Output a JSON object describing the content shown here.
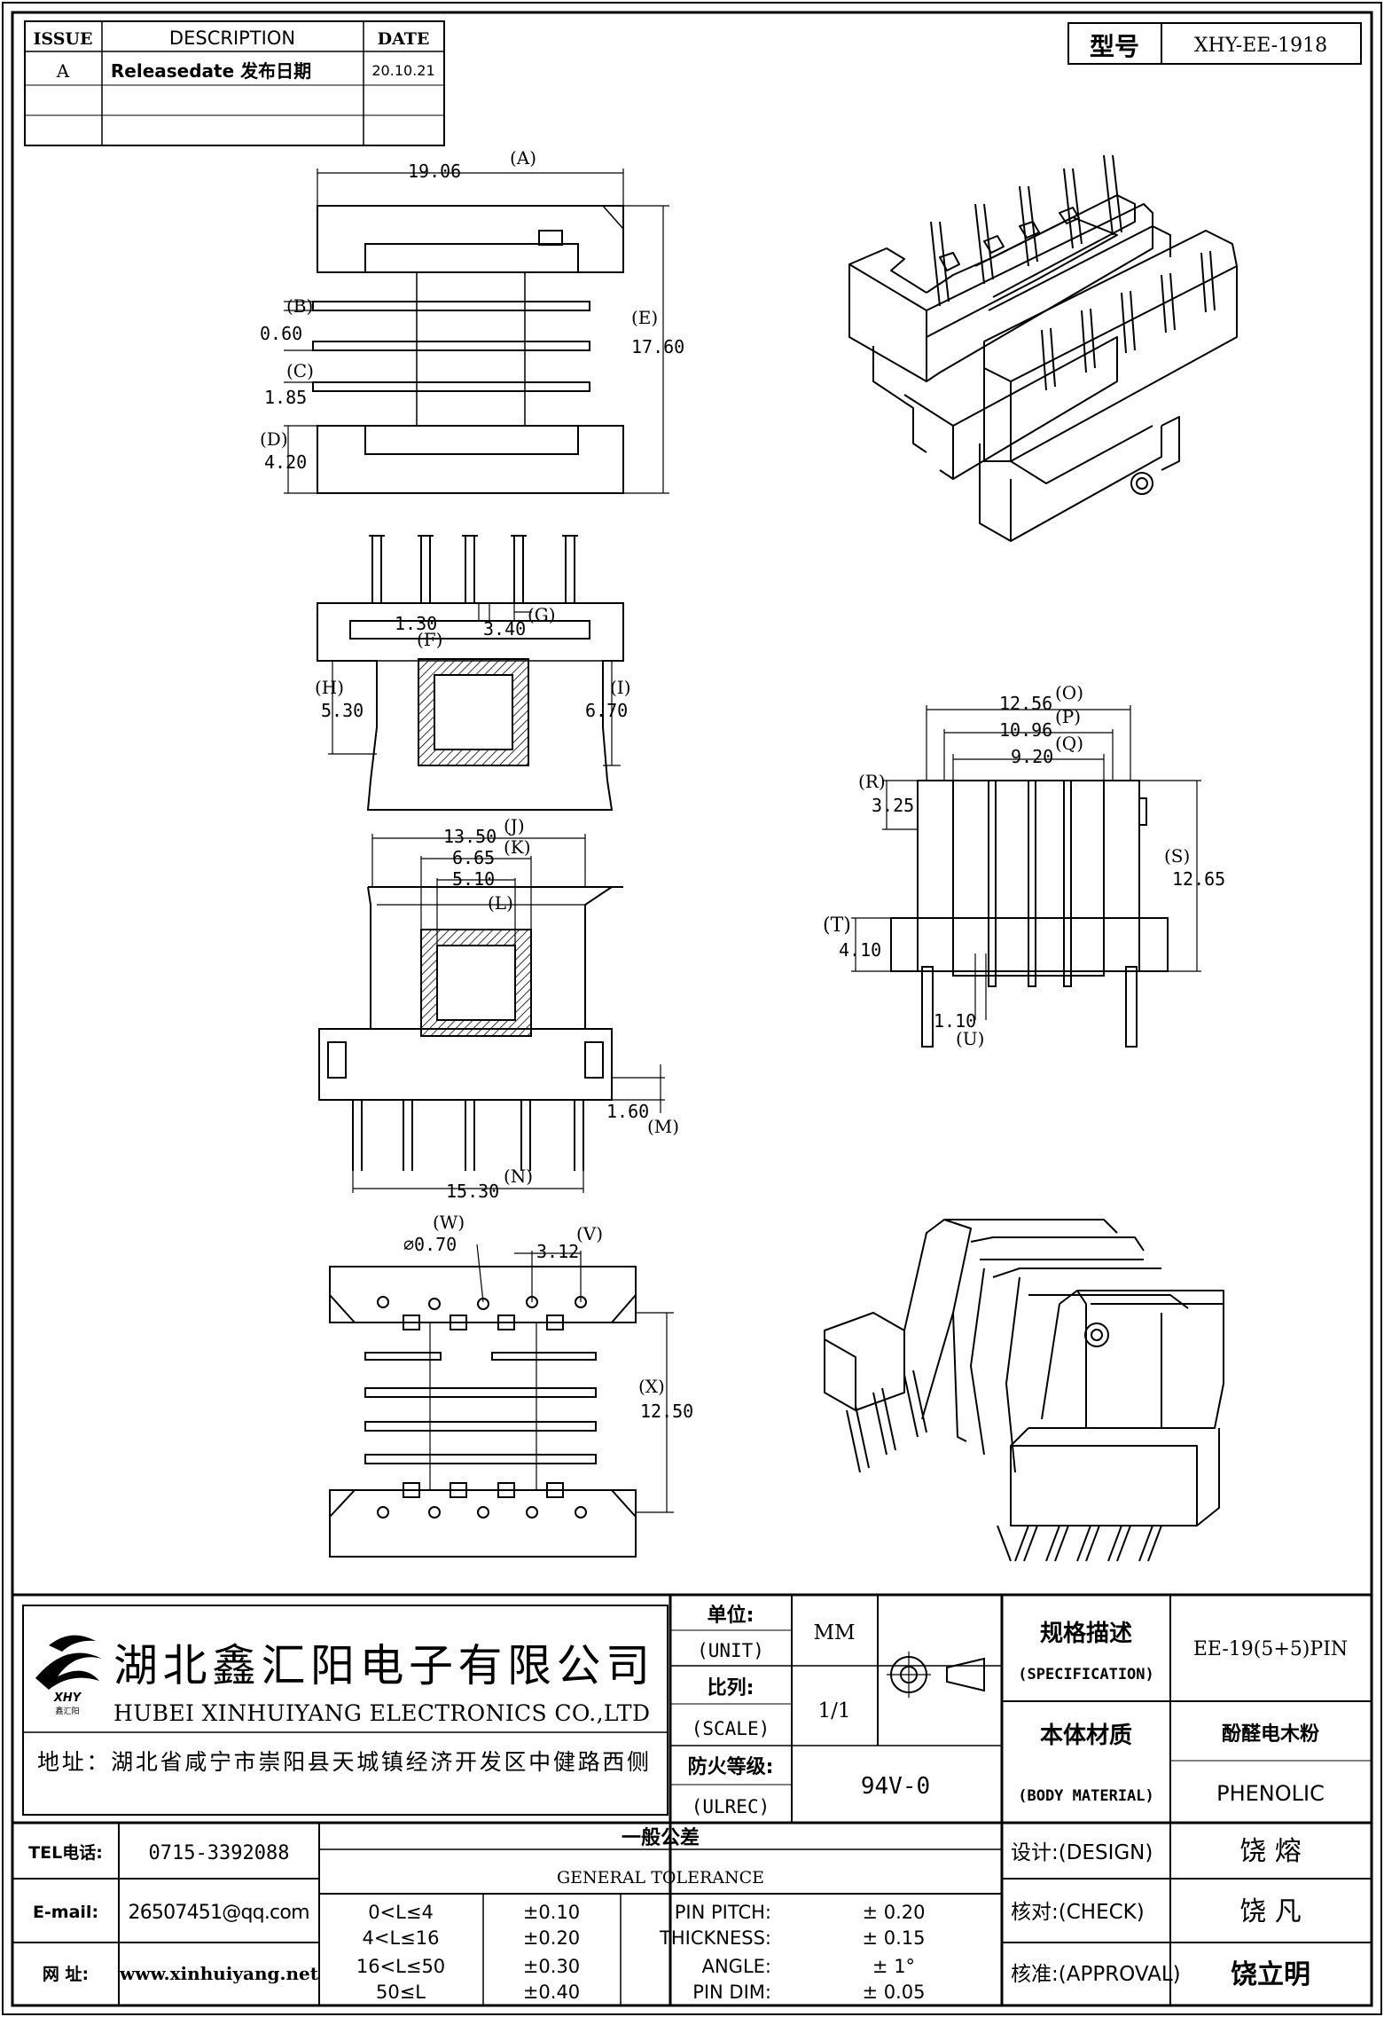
{
  "revision_table": {
    "headers": [
      "ISSUE",
      "DESCRIPTION",
      "DATE"
    ],
    "rows": [
      {
        "issue": "A",
        "description": "Releasedate 发布日期",
        "date": "20.10.21"
      }
    ]
  },
  "model": {
    "label": "型号",
    "value": "XHY-EE-1918"
  },
  "dimensions": {
    "A": {
      "value": "19.06",
      "label": "(A)"
    },
    "B": {
      "value": "0.60",
      "label": "(B)"
    },
    "C": {
      "value": "1.85",
      "label": "(C)"
    },
    "D": {
      "value": "4.20",
      "label": "(D)"
    },
    "E": {
      "value": "17.60",
      "label": "(E)"
    },
    "F": {
      "value": "1.30",
      "label": "(F)"
    },
    "G": {
      "value": "3.40",
      "label": "(G)"
    },
    "H": {
      "value": "5.30",
      "label": "(H)"
    },
    "I": {
      "value": "6.70",
      "label": "(I)"
    },
    "J": {
      "value": "13.50",
      "label": "(J)"
    },
    "K": {
      "value": "6.65",
      "label": "(K)"
    },
    "L": {
      "value": "5.10",
      "label": "(L)"
    },
    "M": {
      "value": "1.60",
      "label": "(M)"
    },
    "N": {
      "value": "15.30",
      "label": "(N)"
    },
    "O": {
      "value": "12.56",
      "label": "(O)"
    },
    "P": {
      "value": "10.96",
      "label": "(P)"
    },
    "Q": {
      "value": "9.20",
      "label": "(Q)"
    },
    "R": {
      "value": "3.25",
      "label": "(R)"
    },
    "S": {
      "value": "12.65",
      "label": "(S)"
    },
    "T": {
      "value": "4.10",
      "label": "(T)"
    },
    "U": {
      "value": "1.10",
      "label": "(U)"
    },
    "V": {
      "value": "3.12",
      "label": "(V)"
    },
    "W": {
      "value": "⌀0.70",
      "label": "(W)"
    },
    "X": {
      "value": "12.50",
      "label": "(X)"
    }
  },
  "company": {
    "name_cn": "湖北鑫汇阳电子有限公司",
    "name_en": "HUBEI XINHUIYANG ELECTRONICS CO.,LTD",
    "address": "地址：湖北省咸宁市崇阳县天城镇经济开发区中健路西侧",
    "logo_text": "XHY",
    "logo_sub": "鑫汇阳"
  },
  "title_block": {
    "unit_cn": "单位:",
    "unit_en": "(UNIT)",
    "unit_value": "MM",
    "scale_cn": "比列:",
    "scale_en": "(SCALE)",
    "scale_value": "1/1",
    "ulrec_cn": "防火等级:",
    "ulrec_en": "(ULREC)",
    "ulrec_value": "94V-0",
    "spec_cn": "规格描述",
    "spec_en": "(SPECIFICATION)",
    "spec_value": "EE-19(5+5)PIN",
    "material_cn": "本体材质",
    "material_en": "(BODY MATERIAL)",
    "material_value_cn": "酚醛电木粉",
    "material_value_en": "PHENOLIC"
  },
  "contact": {
    "tel_label": "TEL电话:",
    "tel": "0715-3392088",
    "email_label": "E-mail:",
    "email": "26507451@qq.com",
    "web_label": "网  址:",
    "web": "www.xinhuiyang.net"
  },
  "tolerance": {
    "title_cn": "一般公差",
    "title_en": "GENERAL TOLERANCE",
    "ranges": [
      {
        "range": "0<L≤4",
        "tol": "±0.10"
      },
      {
        "range": "4<L≤16",
        "tol": "±0.20"
      },
      {
        "range": "16<L≤50",
        "tol": "±0.30"
      },
      {
        "range": "50≤L",
        "tol": "±0.40"
      }
    ],
    "others": [
      {
        "name": "PIN PITCH:",
        "tol": "±  0.20"
      },
      {
        "name": "THICKNESS:",
        "tol": "±  0.15"
      },
      {
        "name": "ANGLE:",
        "tol": "±  1°"
      },
      {
        "name": "PIN DIM:",
        "tol": "±  0.05"
      }
    ]
  },
  "approvals": {
    "design_label": "设计:(DESIGN)",
    "design_name": "饶  熔",
    "check_label": "核对:(CHECK)",
    "check_name": "饶  凡",
    "approval_label": "核准:(APPROVAL)",
    "approval_name": "饶立明"
  }
}
